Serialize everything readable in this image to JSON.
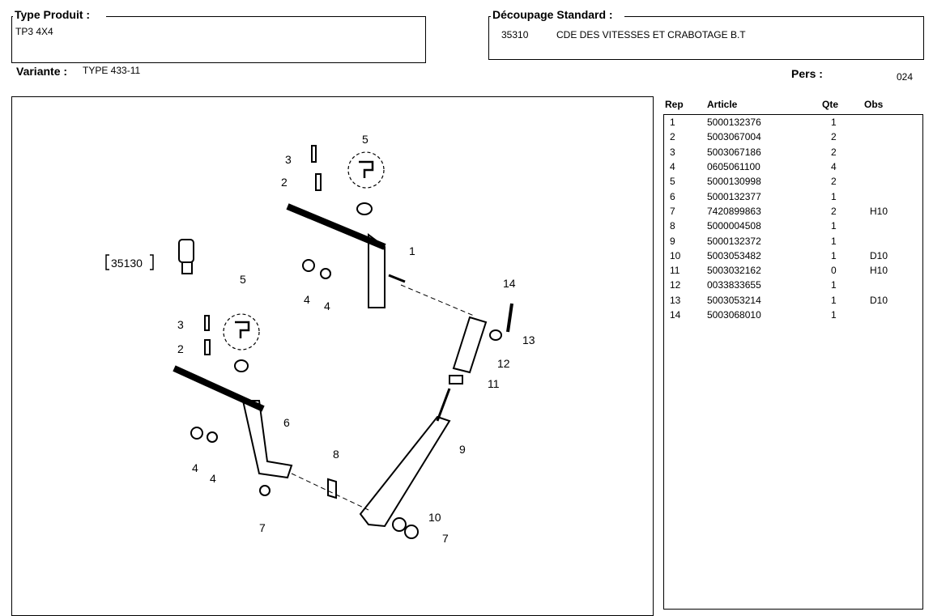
{
  "type_produit": {
    "label": "Type Produit :",
    "value": "TP3 4X4"
  },
  "decoupage": {
    "label": "Découpage Standard :",
    "code": "35310",
    "description": "CDE DES VITESSES ET CRABOTAGE B.T"
  },
  "variante": {
    "label": "Variante :",
    "value": "TYPE 433-11"
  },
  "pers": {
    "label": "Pers :",
    "value": "024"
  },
  "table": {
    "headers": {
      "rep": "Rep",
      "article": "Article",
      "qte": "Qte",
      "obs": "Obs"
    },
    "rows": [
      {
        "rep": "1",
        "article": "5000132376",
        "qte": "1",
        "obs": ""
      },
      {
        "rep": "2",
        "article": "5003067004",
        "qte": "2",
        "obs": ""
      },
      {
        "rep": "3",
        "article": "5003067186",
        "qte": "2",
        "obs": ""
      },
      {
        "rep": "4",
        "article": "0605061100",
        "qte": "4",
        "obs": ""
      },
      {
        "rep": "5",
        "article": "5000130998",
        "qte": "2",
        "obs": ""
      },
      {
        "rep": "6",
        "article": "5000132377",
        "qte": "1",
        "obs": ""
      },
      {
        "rep": "7",
        "article": "7420899863",
        "qte": "2",
        "obs": "H10"
      },
      {
        "rep": "8",
        "article": "5000004508",
        "qte": "1",
        "obs": ""
      },
      {
        "rep": "9",
        "article": "5000132372",
        "qte": "1",
        "obs": ""
      },
      {
        "rep": "10",
        "article": "5003053482",
        "qte": "1",
        "obs": "D10"
      },
      {
        "rep": "11",
        "article": "5003032162",
        "qte": "0",
        "obs": "H10"
      },
      {
        "rep": "12",
        "article": "0033833655",
        "qte": "1",
        "obs": ""
      },
      {
        "rep": "13",
        "article": "5003053214",
        "qte": "1",
        "obs": "D10"
      },
      {
        "rep": "14",
        "article": "5003068010",
        "qte": "1",
        "obs": ""
      }
    ]
  },
  "diagram": {
    "ref_box": "35130",
    "callouts": [
      "3",
      "2",
      "5",
      "1",
      "4",
      "4",
      "14",
      "13",
      "12",
      "11",
      "5",
      "3",
      "2",
      "6",
      "4",
      "4",
      "8",
      "9",
      "10",
      "7",
      "7"
    ]
  }
}
